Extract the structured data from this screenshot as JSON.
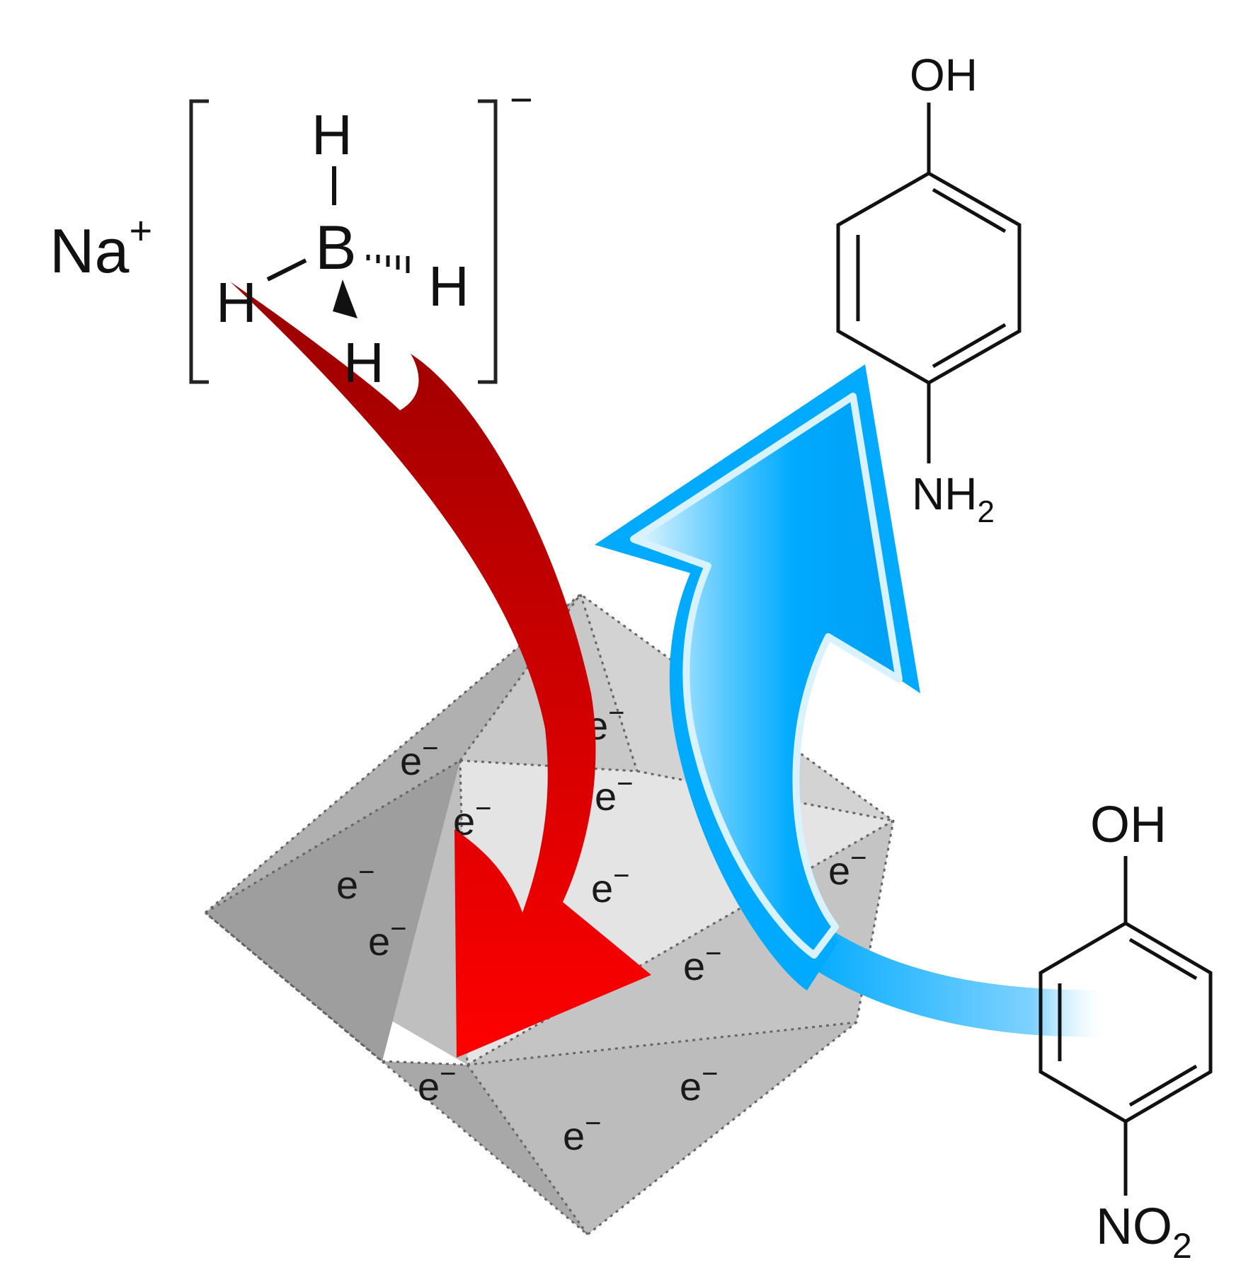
{
  "reagent": {
    "cation": "Na",
    "cation_charge": "+",
    "anion_charge": "−",
    "boron": "B",
    "h_top": "H",
    "h_left": "H",
    "h_right": "H",
    "h_bottom": "H"
  },
  "product": {
    "top_group": "OH",
    "bottom_group": "NH",
    "bottom_subscript": "2"
  },
  "substrate": {
    "top_group": "OH",
    "bottom_group": "NO",
    "bottom_subscript": "2"
  },
  "electrons": {
    "symbol": "e",
    "charge": "−",
    "labels": [
      "e",
      "e",
      "e",
      "e",
      "e",
      "e",
      "e",
      "e",
      "e",
      "e",
      "e",
      "e"
    ]
  },
  "colors": {
    "hydride_arrow_dark": "#a00000",
    "hydride_arrow_bright": "#ff0000",
    "reduction_arrow": "#00aaff",
    "reduction_arrow_light": "#d8f2ff",
    "particle_dark": "#9c9c9c",
    "particle_mid": "#bdbdbd",
    "particle_light": "#e6e6e6"
  },
  "icons": {
    "particle": "catalyst-nanoparticle-icon",
    "hydride_arrow": "hydride-transfer-arrow-icon",
    "reduction_arrow": "reduction-arrow-icon"
  }
}
